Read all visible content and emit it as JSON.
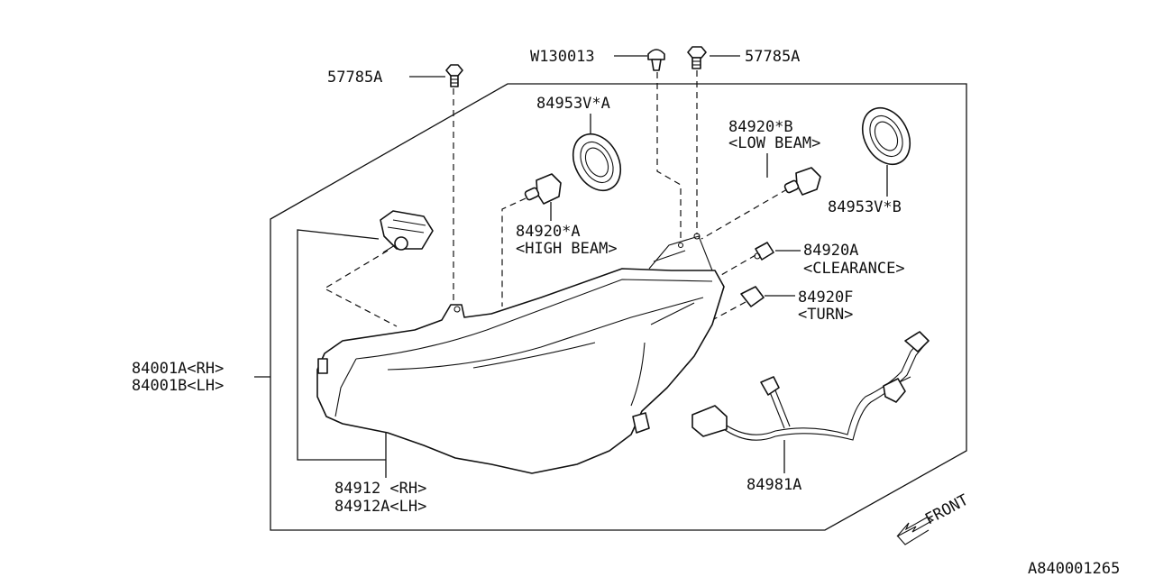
{
  "diagram": {
    "labels": {
      "bolt_left": "57785A",
      "clip": "W130013",
      "bolt_right": "57785A",
      "socket_a": "84953V*A",
      "bulb_b_line1": "84920*B",
      "bulb_b_line2": "<LOW BEAM>",
      "socket_b": "84953V*B",
      "bulb_a_line1": "84920*A",
      "bulb_a_line2": "<HIGH BEAM>",
      "clearance_line1": "84920A",
      "clearance_line2": "<CLEARANCE>",
      "turn_line1": "84920F",
      "turn_line2": "<TURN>",
      "assy_rh": "84001A<RH>",
      "assy_lh": "84001B<LH>",
      "actuator_rh": "84912  <RH>",
      "actuator_lh": "84912A<LH>",
      "harness": "84981A",
      "front": "FRONT",
      "figure_id": "A840001265"
    }
  }
}
